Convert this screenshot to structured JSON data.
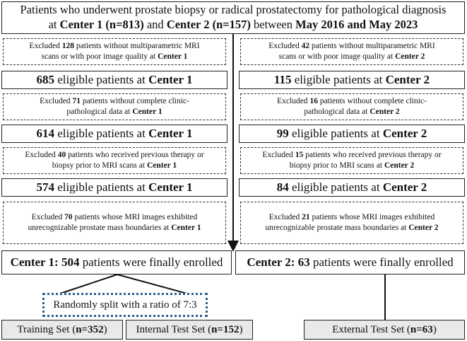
{
  "top": {
    "line1_pre": "Patients who underwent prostate biopsy or radical prostatectomy for pathological diagnosis",
    "line2_a": "at ",
    "line2_center1": "Center 1 (n=813)",
    "line2_and": " and ",
    "line2_center2": "Center 2 (n=157)",
    "line2_between": " between ",
    "line2_dates": "May 2016 and May 2023"
  },
  "left": {
    "excl1": {
      "pre": "Excluded ",
      "num": "128",
      "mid": " patients without multiparametric MRI",
      "line2": "scans or with poor image quality at ",
      "center": "Center 1"
    },
    "elig1": {
      "num": "685",
      "mid": " eligible patients at ",
      "center": "Center 1"
    },
    "excl2": {
      "pre": "Excluded ",
      "num": "71",
      "mid": " patients without complete clinic-",
      "line2": "pathological data at ",
      "center": "Center 1"
    },
    "elig2": {
      "num": "614",
      "mid": " eligible patients at ",
      "center": "Center 1"
    },
    "excl3": {
      "pre": "Excluded ",
      "num": "40",
      "mid": " patients who received previous therapy or",
      "line2": "biopsy prior to MRI scans at ",
      "center": "Center 1"
    },
    "elig3": {
      "num": "574",
      "mid": " eligible patients at ",
      "center": "Center 1"
    },
    "excl4": {
      "pre": "Excluded ",
      "num": "70",
      "mid": " patients whose MRI images exhibited",
      "line2": "unrecognizable prostate mass boundaries at ",
      "center": "Center 1"
    },
    "final": {
      "center": "Center 1:",
      "num": " 504",
      "mid": " patients were finally enrolled"
    }
  },
  "right": {
    "excl1": {
      "pre": "Excluded ",
      "num": "42",
      "mid": " patients without multiparametric MRI",
      "line2": "scans or with poor image quality at ",
      "center": "Center 2"
    },
    "elig1": {
      "num": "115",
      "mid": " eligible patients at ",
      "center": "Center 2"
    },
    "excl2": {
      "pre": "Excluded ",
      "num": "16",
      "mid": " patients without complete clinic-",
      "line2": "pathological data at ",
      "center": "Center 2"
    },
    "elig2": {
      "num": "99",
      "mid": " eligible patients at ",
      "center": "Center 2"
    },
    "excl3": {
      "pre": "Excluded ",
      "num": "15",
      "mid": " patients who received previous therapy or",
      "line2": "biopsy prior to MRI scans at ",
      "center": "Center 2"
    },
    "elig3": {
      "num": "84",
      "mid": " eligible patients at ",
      "center": "Center 2"
    },
    "excl4": {
      "pre": "Excluded ",
      "num": "21",
      "mid": " patients whose MRI images exhibited",
      "line2": "unrecognizable prostate mass boundaries at ",
      "center": "Center 2"
    },
    "final": {
      "center": "Center 2:",
      "num": " 63",
      "mid": " patients were finally enrolled"
    }
  },
  "split": "Randomly split with a ratio of 7:3",
  "sets": {
    "training": {
      "label": "Training Set (",
      "n": "n=352",
      "close": ")"
    },
    "internal": {
      "label": "Internal Test Set (",
      "n": "n=152",
      "close": ")"
    },
    "external": {
      "label": "External Test Set (",
      "n": "n=63",
      "close": ")"
    }
  }
}
